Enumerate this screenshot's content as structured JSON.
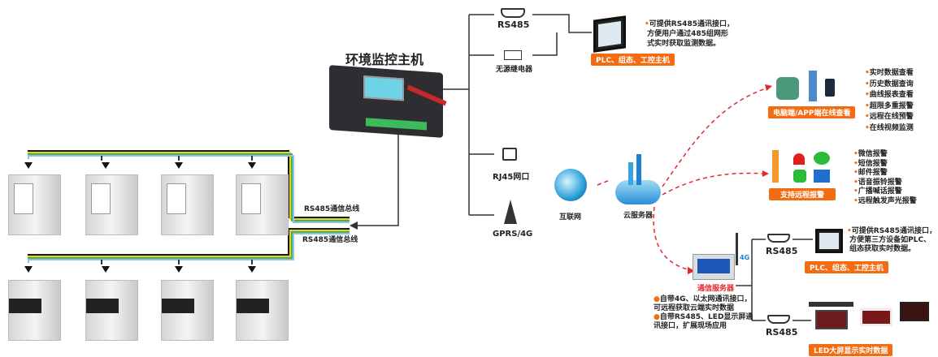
{
  "host": {
    "title": "环境监控主机"
  },
  "branches": {
    "rs485_top": "RS485",
    "relay": "无源继电器",
    "rj45": "RJ45网口",
    "gprs": "GPRS/4G"
  },
  "network": {
    "internet": "互联网",
    "cloud": "云服务器"
  },
  "bus": {
    "label_top": "RS485通信总线",
    "label_bottom": "RS485通信总线"
  },
  "plc_top": {
    "badge": "PLC、组态、工控主机",
    "desc": [
      "可提供RS485通讯接口，",
      "方便用户通过485组网形",
      "式实时获取监测数据。"
    ]
  },
  "online": {
    "badge": "电脑端/APP端在线查看",
    "items": [
      "实时数据查看",
      "历史数据查询",
      "曲线报表查看",
      "超限多重报警",
      "远程在线预警",
      "在线视频监测"
    ]
  },
  "alarm": {
    "badge": "支持远程报警",
    "items": [
      "微信报警",
      "短信报警",
      "邮件报警",
      "语音振铃报警",
      "广播喊话报警",
      "远程触发声光报警"
    ]
  },
  "server": {
    "label": "通信服务器",
    "notes": [
      "自带4G、以太网通讯接口，",
      "可远程获取云端实时数据",
      "自带RS485、LED显示屏通",
      "讯接口，扩展现场应用"
    ]
  },
  "plc_bottom": {
    "rs485": "RS485",
    "badge": "PLC、组态、工控主机",
    "desc": [
      "可提供RS485通讯接口，",
      "方便第三方设备如PLC、",
      "组态获取实时数据。"
    ]
  },
  "led": {
    "rs485": "RS485",
    "badge": "LED大屏显示实时数据"
  },
  "colors": {
    "accent": "#f36c12",
    "dashed": "#e8262a"
  }
}
